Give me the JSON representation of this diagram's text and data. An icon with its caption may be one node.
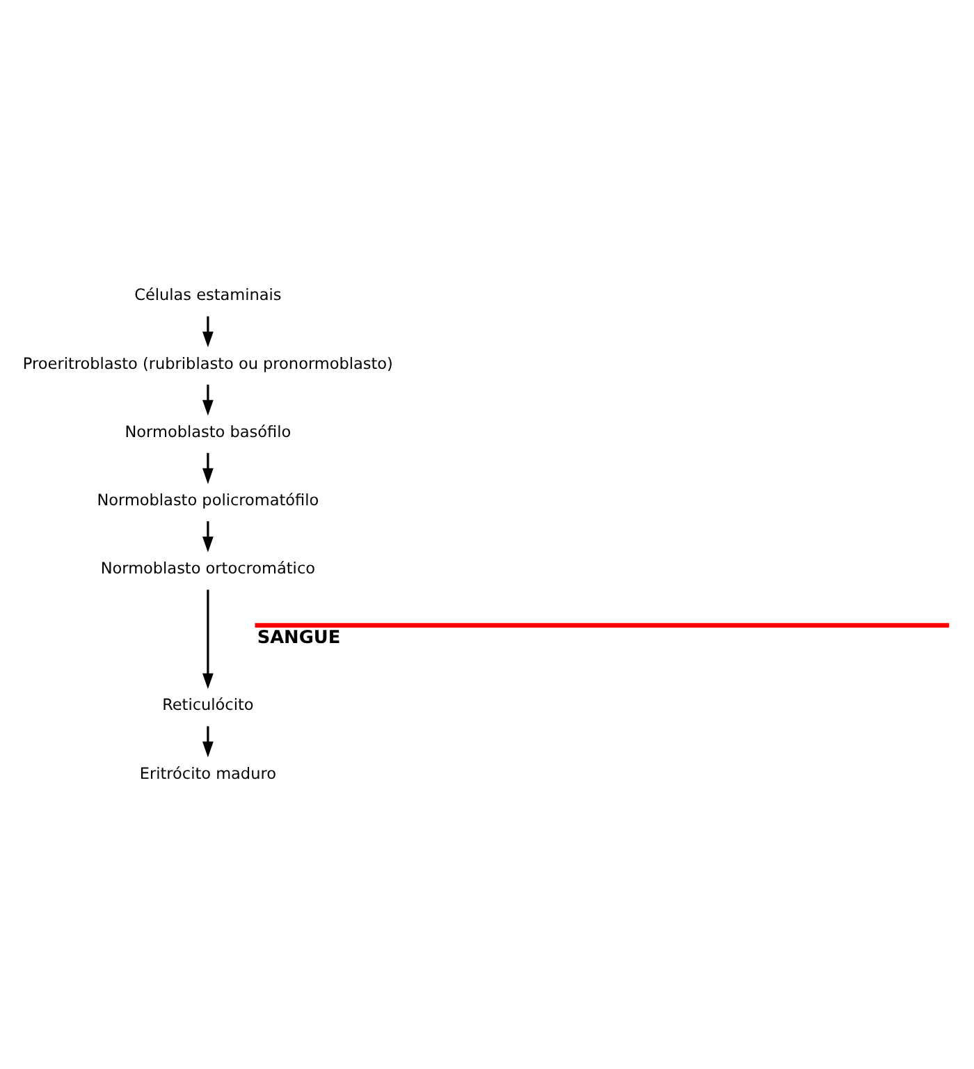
{
  "diagram": {
    "nodes": [
      {
        "text": [
          "Células estaminais"
        ]
      },
      {
        "text": [
          "Proeritroblasto (rubriblasto ou pronormoblasto)"
        ]
      },
      {
        "text": [
          "Normoblasto basófilo"
        ]
      },
      {
        "text": [
          "Normoblasto policromatófilo"
        ]
      },
      {
        "text": [
          "Normoblasto ortocromático"
        ]
      },
      {
        "text": [
          "Reticulócito"
        ]
      },
      {
        "text": [
          "Eritrócito maduro"
        ]
      }
    ],
    "edges": [
      {
        "from": 0,
        "to": 1,
        "arrow": "to"
      },
      {
        "from": 1,
        "to": 2,
        "arrow": "to"
      },
      {
        "from": 2,
        "to": 3,
        "arrow": "to"
      },
      {
        "from": 3,
        "to": 4,
        "arrow": "to"
      },
      {
        "from": 4,
        "to": 5,
        "arrow": "to"
      },
      {
        "from": 5,
        "to": 6,
        "arrow": "to"
      }
    ],
    "labels": [
      "SANGUE"
    ]
  }
}
